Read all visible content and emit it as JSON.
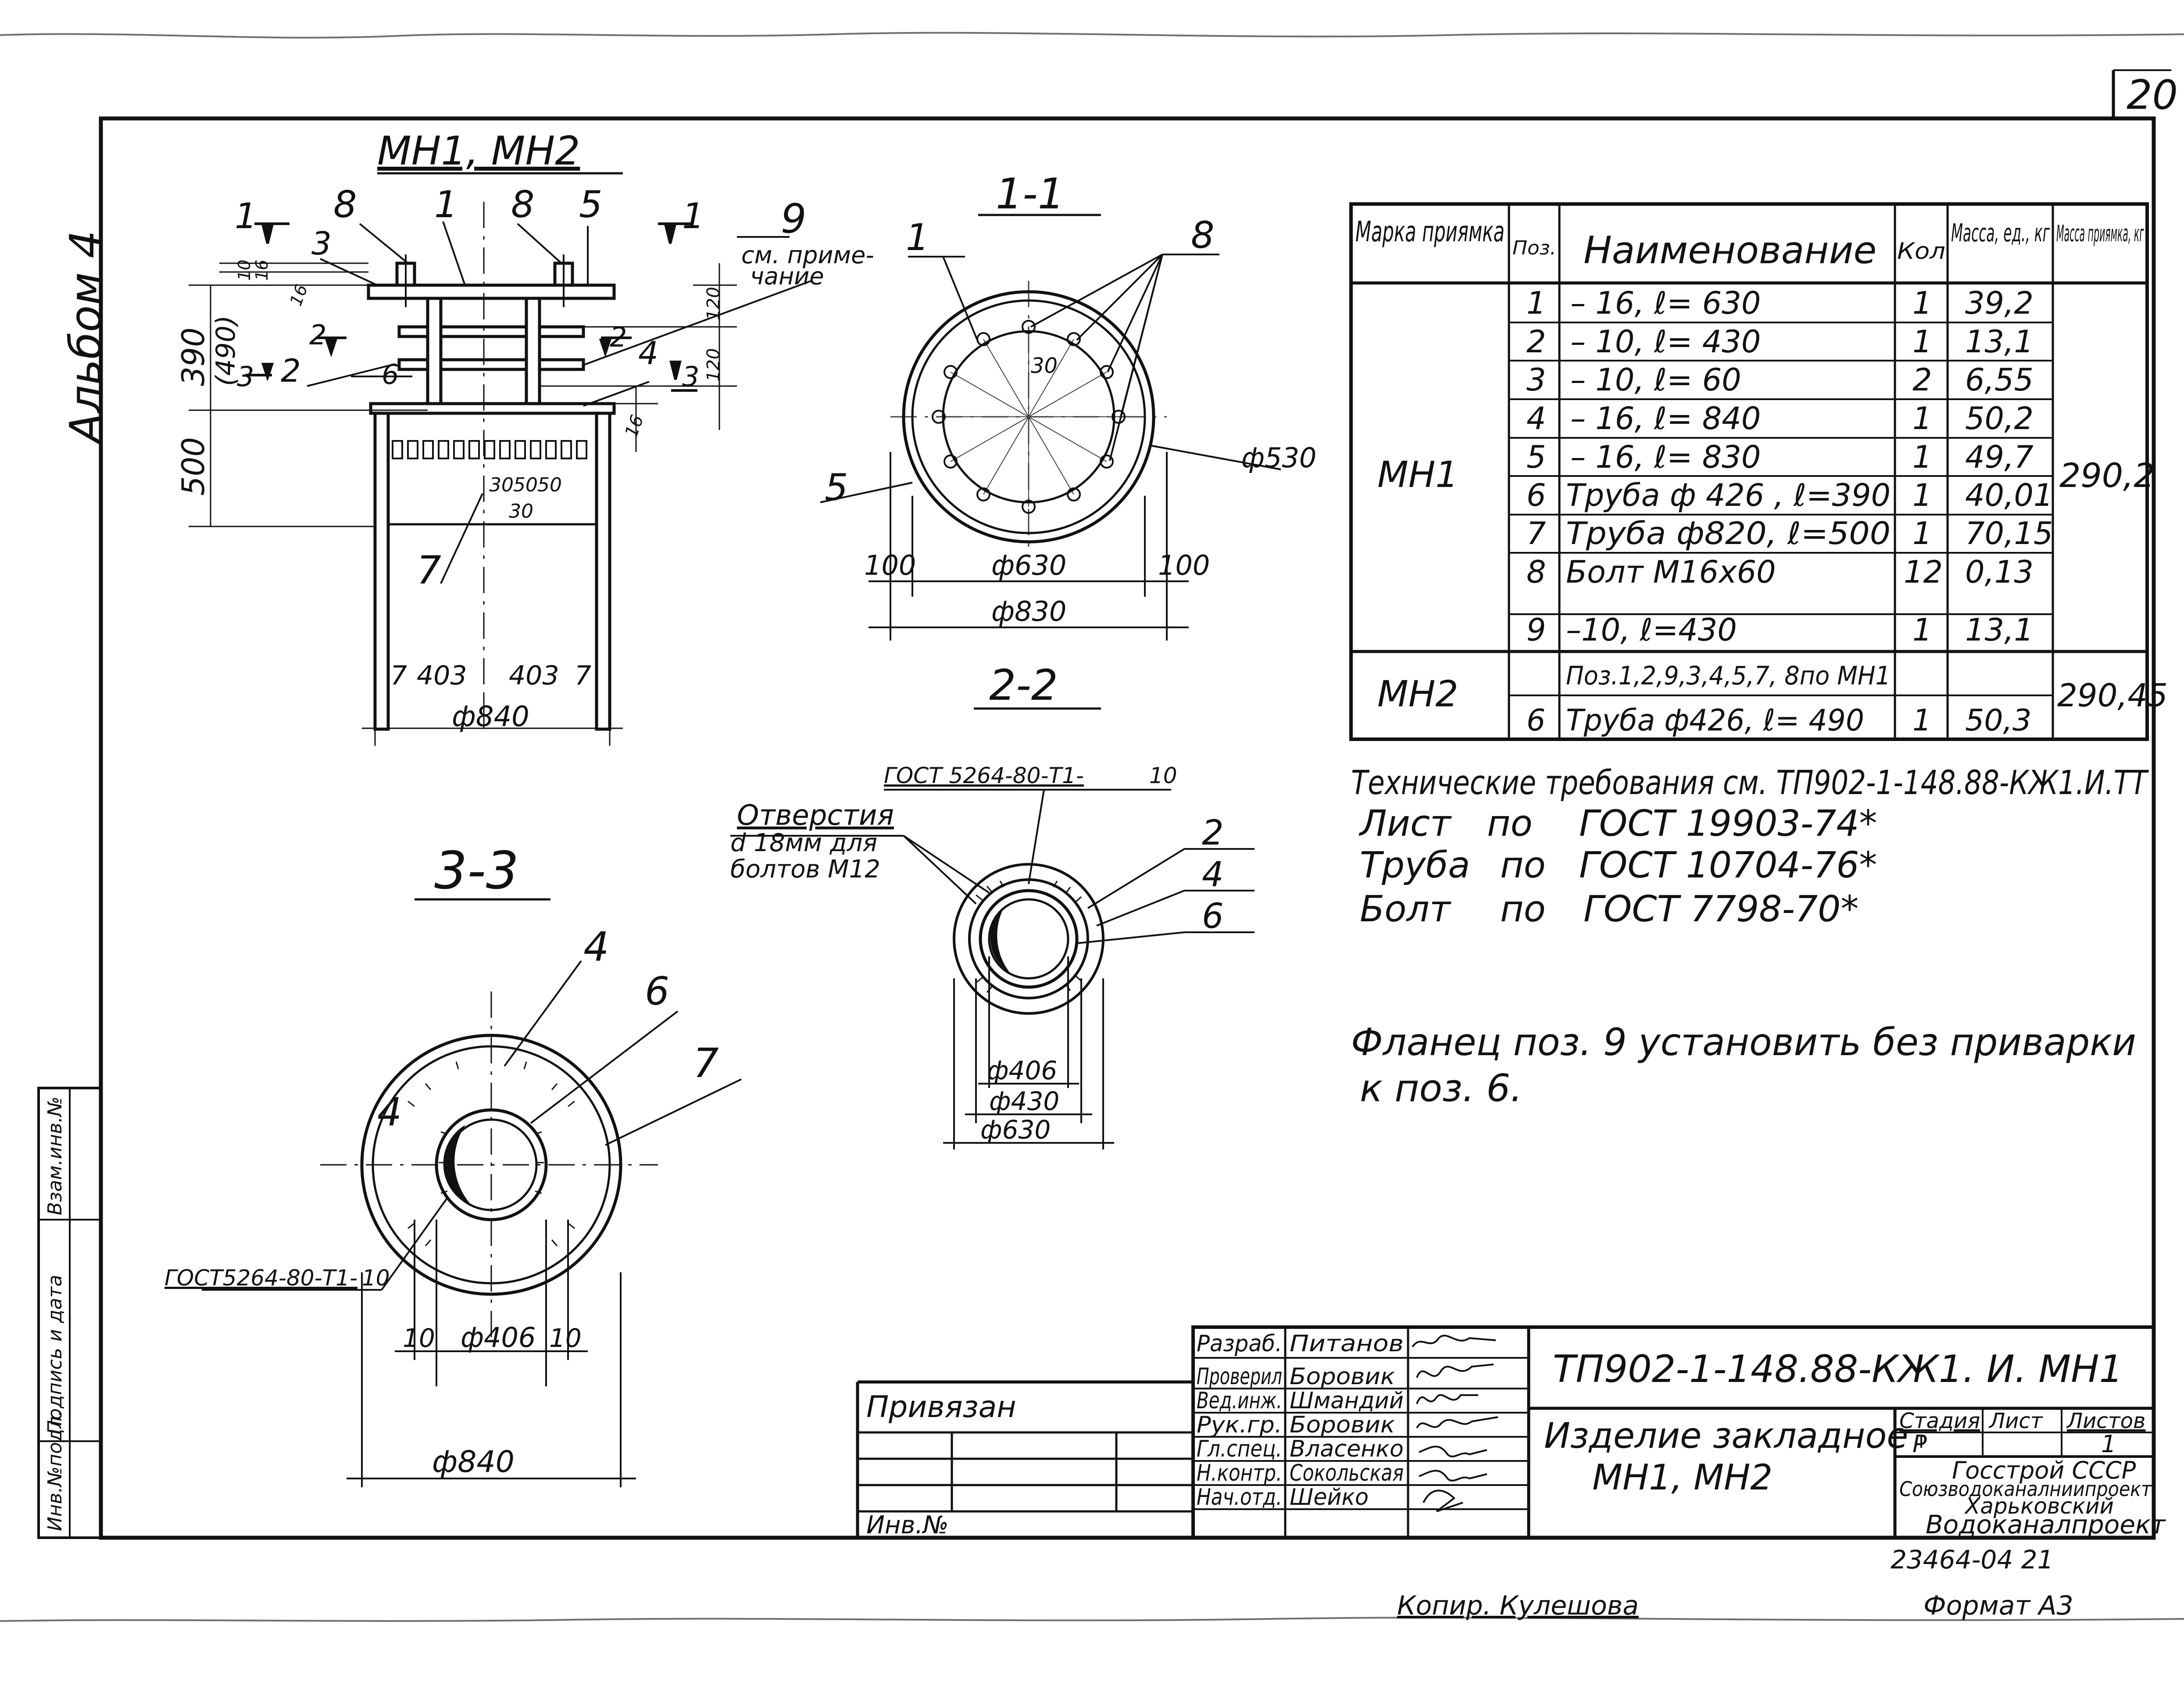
{
  "sheet": {
    "page_no": "20",
    "album": "Альбом 4",
    "left_strip": [
      "Инв.№подл.",
      "Подпись и дата",
      "Взам.инв.№"
    ]
  },
  "views": {
    "elevation_title": "МН1, МН2",
    "sec11_title": "1-1",
    "sec22_title": "2-2",
    "sec33_title": "3-3"
  },
  "elevation": {
    "leaders": [
      "8",
      "1",
      "8",
      "5",
      "3",
      "9",
      "6",
      "4",
      "2",
      "7"
    ],
    "note_ref": [
      "см. приме-",
      "чание"
    ],
    "cut_marks": [
      "1",
      "1",
      "2",
      "2",
      "3",
      "3"
    ],
    "dims": {
      "left_top": "390",
      "left_top_alt": "(490)",
      "left_bottom": "500",
      "top_small": [
        "10",
        "16",
        "16"
      ],
      "right_small": [
        "120",
        "120",
        "16"
      ],
      "weld": [
        "30",
        "50",
        "50",
        "30"
      ],
      "bottom_parts": [
        "7",
        "403",
        "403",
        "7"
      ],
      "bottom_total": "ф840"
    }
  },
  "sec11": {
    "leaders": [
      "1",
      "8",
      "5"
    ],
    "angle": "30",
    "dims": [
      "ф530",
      "100",
      "ф630",
      "100",
      "ф830"
    ]
  },
  "sec22": {
    "gost": "ГОСТ 5264-80-Т1-",
    "weld": "10",
    "holes_note": [
      "Отверстия",
      "d 18мм для",
      "болтов М12"
    ],
    "leaders": [
      "2",
      "4",
      "6"
    ],
    "dims": [
      "ф406",
      "ф430",
      "ф630"
    ]
  },
  "sec33": {
    "leaders": [
      "4",
      "6",
      "7",
      "4"
    ],
    "gost": "ГОСТ5264-80-Т1-",
    "weld": "10",
    "dims": [
      "10",
      "ф406",
      "10",
      "ф840"
    ]
  },
  "spec_table": {
    "headers": [
      "Марка приямка",
      "Поз.",
      "Наименование",
      "Кол",
      "Масса, ед., кг",
      "Масса приямка, кг"
    ],
    "groups": [
      {
        "mark": "МН1",
        "total": "290,2",
        "rows": [
          [
            "1",
            "– 16, ℓ= 630",
            "1",
            "39,2"
          ],
          [
            "2",
            "– 10, ℓ= 430",
            "1",
            "13,1"
          ],
          [
            "3",
            "– 10, ℓ= 60",
            "2",
            "6,55"
          ],
          [
            "4",
            "– 16, ℓ= 840",
            "1",
            "50,2"
          ],
          [
            "5",
            "– 16, ℓ= 830",
            "1",
            "49,7"
          ],
          [
            "6",
            "Труба ф 426 , ℓ=390",
            "1",
            "40,01"
          ],
          [
            "7",
            "Труба ф820, ℓ=500",
            "1",
            "70,15"
          ],
          [
            "8",
            "Болт М16х60",
            "12",
            "0,13"
          ],
          [
            "9",
            "–10, ℓ=430",
            "1",
            "13,1"
          ]
        ]
      },
      {
        "mark": "МН2",
        "total": "290,45",
        "rows": [
          [
            "",
            "Поз.1,2,9,3,4,5,7, 8по МН1",
            "",
            ""
          ],
          [
            "6",
            "Труба ф426, ℓ= 490",
            "1",
            "50,3"
          ]
        ]
      }
    ]
  },
  "notes": {
    "tech": "Технические требования см. ТП902-1-148.88-КЖ1.И.ТТ",
    "lines": [
      [
        "Лист",
        "по",
        "ГОСТ 19903-74*"
      ],
      [
        "Труба",
        "по",
        "ГОСТ 10704-76*"
      ],
      [
        "Болт",
        "по",
        "ГОСТ 7798-70*"
      ]
    ],
    "flange_1": "Фланец поз. 9 установить без приварки",
    "flange_2": "к поз. 6."
  },
  "title_block": {
    "privyazan": "Привязан",
    "inv_no": "Инв.№",
    "signers": [
      [
        "Разраб.",
        "Питанов"
      ],
      [
        "Проверил",
        "Боровик"
      ],
      [
        "Вед.инж.",
        "Шмандий"
      ],
      [
        "Рук.гр.",
        "Боровик"
      ],
      [
        "Гл.спец.",
        "Власенко"
      ],
      [
        "Н.контр.",
        "Сокольская"
      ],
      [
        "Нач.отд.",
        "Шейко"
      ]
    ],
    "code": "ТП902-1-148.88-КЖ1. И. МН1",
    "name_1": "Изделие закладное",
    "name_2": "МН1, МН2",
    "stage_h": "Стадия",
    "sheet_h": "Лист",
    "sheets_h": "Листов",
    "stage": "Р",
    "sheets": "1",
    "org_1": "Госстрой СССР",
    "org_2": "Союзводоканалниипроект",
    "org_3": "Харьковский",
    "org_4": "Водоканалпроект",
    "archive": "23464-04  21",
    "copied": "Копир. Кулешова",
    "format": "Формат А3"
  }
}
